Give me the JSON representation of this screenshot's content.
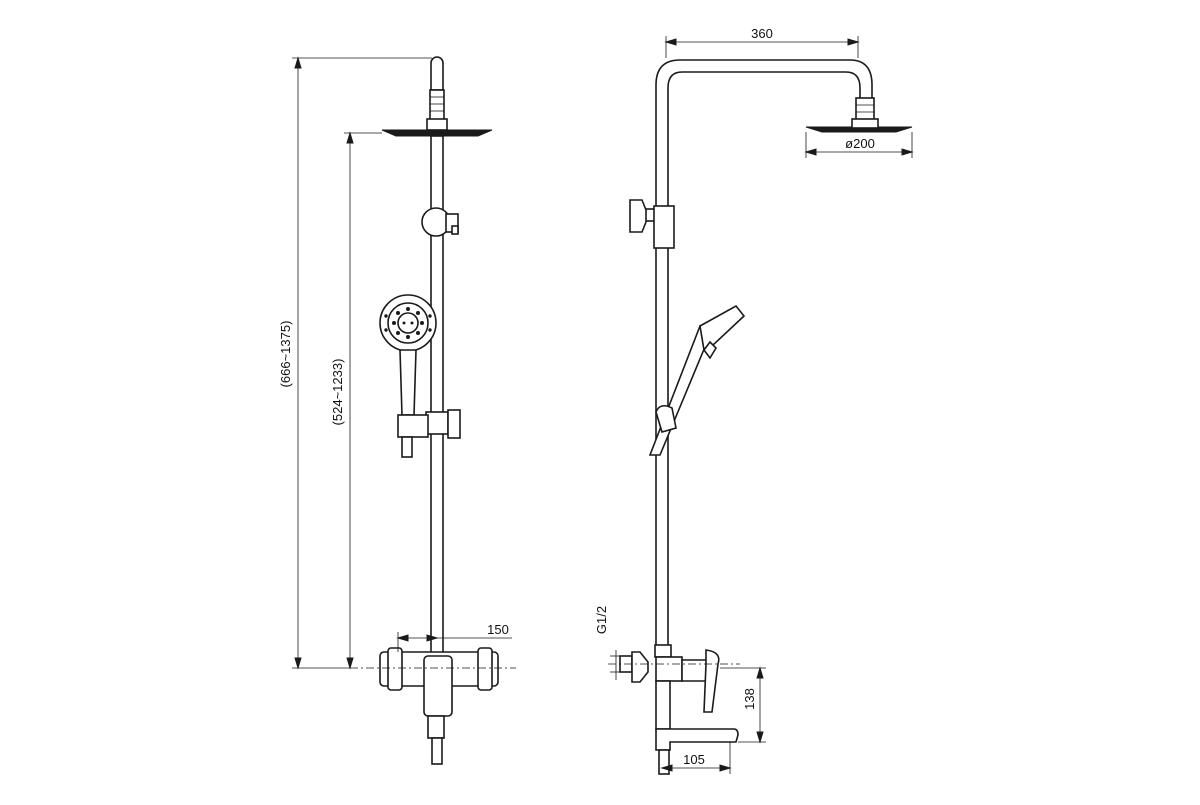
{
  "drawing": {
    "front_view": {
      "dim_total_height": "(666~1375)",
      "dim_rail_height": "(524~1233)",
      "dim_mixer_offset": "150"
    },
    "side_view": {
      "dim_arm_reach": "360",
      "dim_head_diameter": "ø200",
      "dim_inlet_thread": "G1/2",
      "dim_spout_height": "138",
      "dim_spout_reach": "105"
    },
    "colors": {
      "line": "#1a1a1a",
      "background": "#ffffff"
    }
  }
}
